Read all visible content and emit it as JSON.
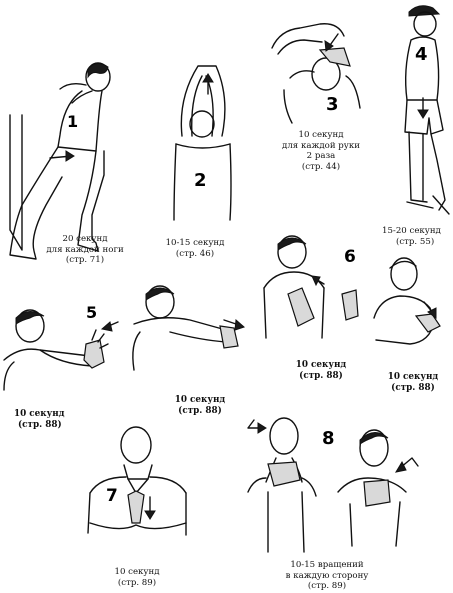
{
  "exercises": [
    {
      "number": "1",
      "lines": [
        "20 секунд",
        "для каждой ноги",
        "(стр. 71)"
      ]
    },
    {
      "number": "2",
      "lines": [
        "10-15 секунд",
        "(стр. 46)"
      ]
    },
    {
      "number": "3",
      "lines": [
        "10 секунд",
        "для каждой руки",
        "2 раза",
        "(стр. 44)"
      ]
    },
    {
      "number": "4",
      "lines": [
        "15-20 секунд",
        "(стр. 55)"
      ]
    },
    {
      "number": "5",
      "lines": [
        "10 секунд",
        "(стр. 88)"
      ],
      "lines_b": [
        "10 секунд",
        "(стр. 88)"
      ]
    },
    {
      "number": "6",
      "lines": [
        "10 секунд",
        "(стр. 88)"
      ],
      "lines_b": [
        "10 секунд",
        "(стр. 88)"
      ]
    },
    {
      "number": "7",
      "lines": [
        "10 секунд",
        "(стр. 89)"
      ]
    },
    {
      "number": "8",
      "lines": [
        "10-15 вращений",
        "в каждую сторону",
        "(стр. 89)"
      ]
    }
  ]
}
